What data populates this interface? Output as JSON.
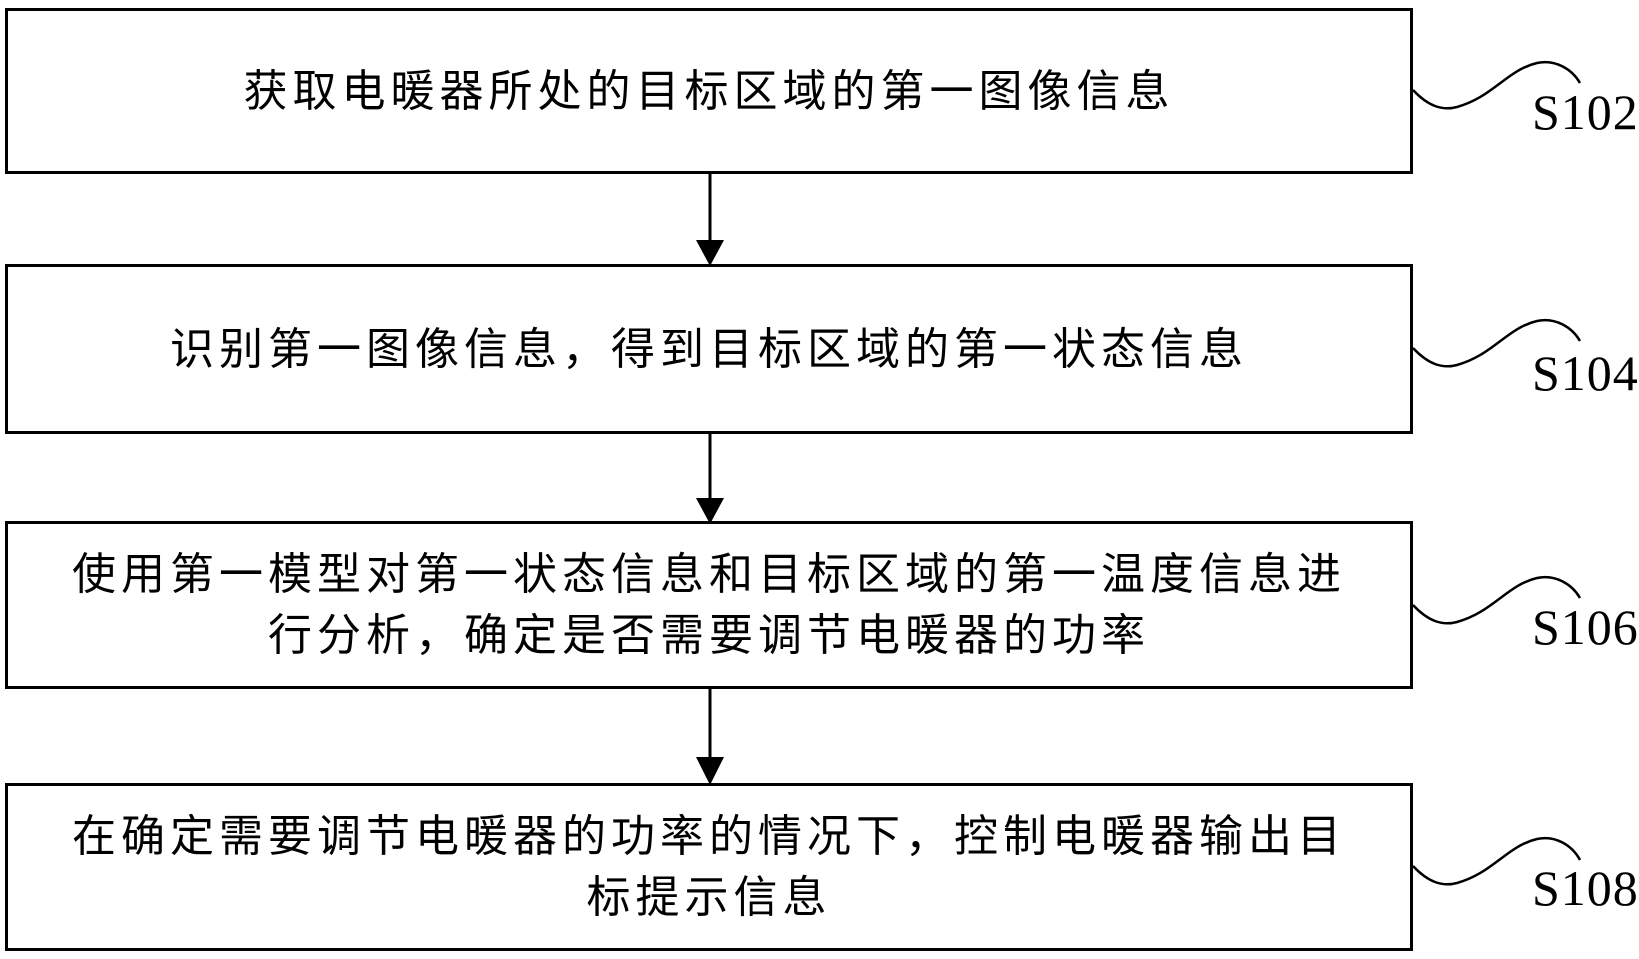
{
  "diagram": {
    "type": "flowchart",
    "direction": "top-to-bottom",
    "colors": {
      "line": "#000000",
      "text": "#000000",
      "background": "#ffffff"
    },
    "steps": [
      {
        "label": "S102",
        "text": "获取电暖器所处的目标区域的第一图像信息"
      },
      {
        "label": "S104",
        "text": "识别第一图像信息，得到目标区域的第一状态信息"
      },
      {
        "label": "S106",
        "text": "使用第一模型对第一状态信息和目标区域的第一温度信息进\n行分析，确定是否需要调节电暖器的功率"
      },
      {
        "label": "S108",
        "text": "在确定需要调节电暖器的功率的情况下，控制电暖器输出目\n标提示信息"
      }
    ]
  }
}
